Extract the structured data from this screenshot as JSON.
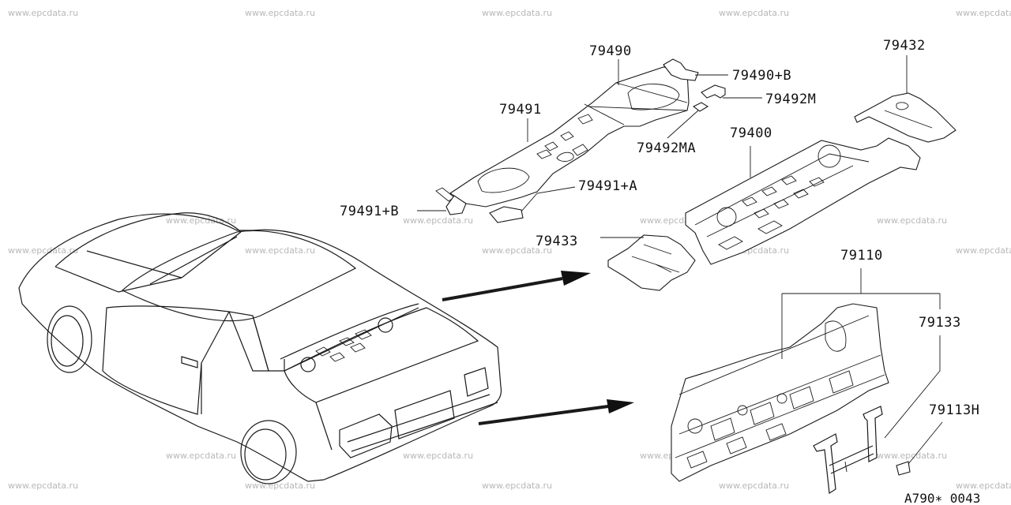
{
  "watermark": "www.epcdata.ru",
  "figure_code": "A790∗ 0043",
  "labels": {
    "p79490": "79490",
    "p79490B": "79490+B",
    "p79492M": "79492M",
    "p79432": "79432",
    "p79491": "79491",
    "p79492MA": "79492MA",
    "p79400": "79400",
    "p79491A": "79491+A",
    "p79491B": "79491+B",
    "p79433": "79433",
    "p79110": "79110",
    "p79133": "79133",
    "p79113H": "79113H"
  },
  "colors": {
    "line": "#1a1a1a",
    "watermark": "#b8b8b8",
    "background": "#ffffff"
  }
}
